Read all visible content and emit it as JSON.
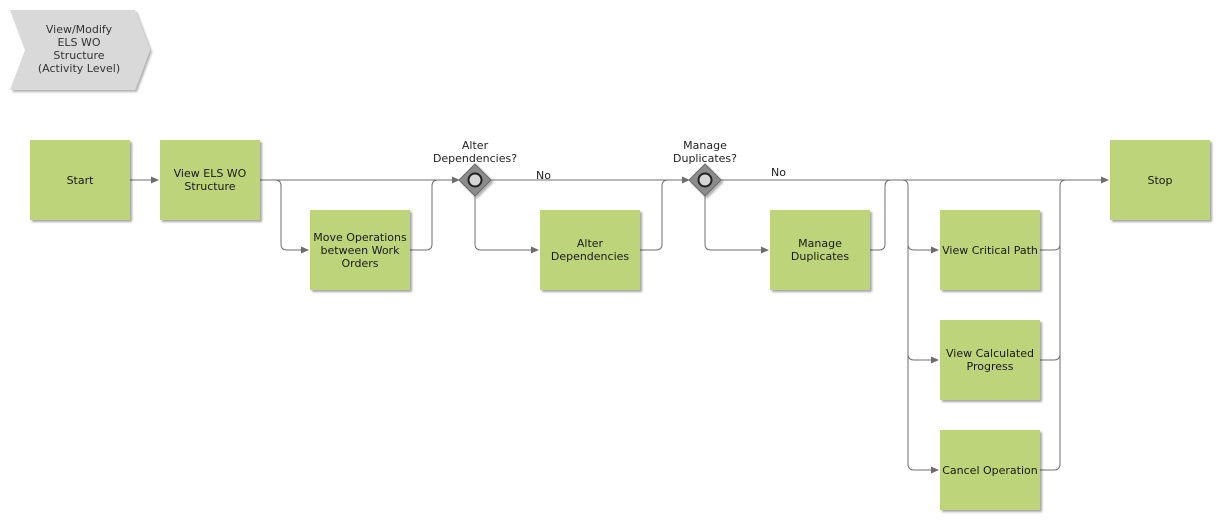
{
  "header": {
    "title": "View/Modify\nELS WO\nStructure\n(Activity Level)"
  },
  "nodes": {
    "start": "Start",
    "view_els": "View ELS WO\nStructure",
    "move_ops": "Move Operations\nbetween Work\nOrders",
    "alter_deps": "Alter\nDependencies",
    "manage_dups": "Manage\nDuplicates",
    "view_critical": "View Critical Path",
    "view_progress": "View Calculated\nProgress",
    "cancel_op": "Cancel Operation",
    "stop": "Stop"
  },
  "gateways": {
    "alter_q": "Alter\nDependencies?",
    "manage_q": "Manage\nDuplicates?"
  },
  "edge_labels": {
    "no1": "No",
    "no2": "No"
  },
  "colors": {
    "task_fill": "#bdd47a",
    "chevron_fill": "#d9d9d9",
    "line": "#6e6e6e",
    "gateway_fill": "#8c8c8c"
  }
}
